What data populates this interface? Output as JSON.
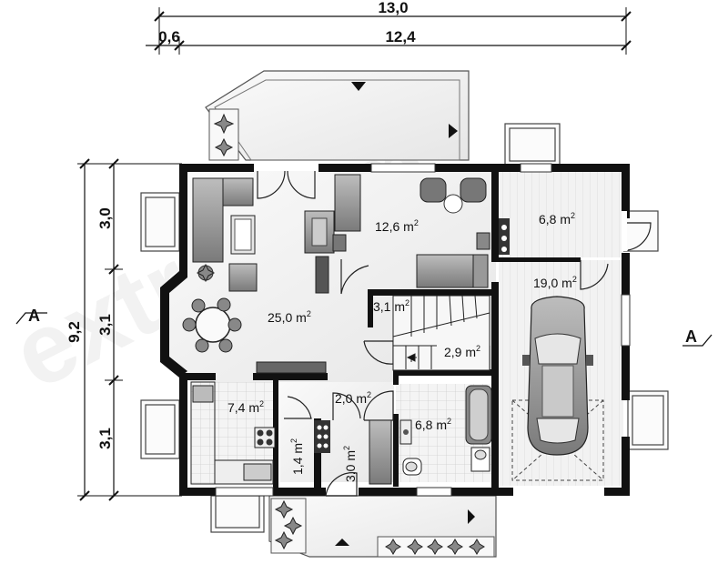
{
  "dimensions": {
    "total_width": "13,0",
    "offset": "0,6",
    "main_width": "12,4",
    "total_depth": "9,2",
    "depth_parts": [
      "3,0",
      "3,1",
      "3,1"
    ]
  },
  "section_marks": {
    "left": "A",
    "right": "A"
  },
  "watermark": "extradom",
  "rooms": [
    {
      "id": "living",
      "area": "25,0 m",
      "unit_sup": "2"
    },
    {
      "id": "dining",
      "area": "12,6 m",
      "unit_sup": "2"
    },
    {
      "id": "utility-top",
      "area": "6,8 m",
      "unit_sup": "2"
    },
    {
      "id": "garage",
      "area": "19,0 m",
      "unit_sup": "2"
    },
    {
      "id": "stair",
      "area": "3,1 m",
      "unit_sup": "2"
    },
    {
      "id": "hall-small",
      "area": "2,9 m",
      "unit_sup": "2"
    },
    {
      "id": "kitchen",
      "area": "7,4 m",
      "unit_sup": "2"
    },
    {
      "id": "hall",
      "area": "2,0 m",
      "unit_sup": "2"
    },
    {
      "id": "bathroom",
      "area": "6,8 m",
      "unit_sup": "2"
    },
    {
      "id": "pantry",
      "area": "1,4 m",
      "unit_sup": "2"
    },
    {
      "id": "vestibule",
      "area": "3,0 m",
      "unit_sup": "2"
    }
  ]
}
